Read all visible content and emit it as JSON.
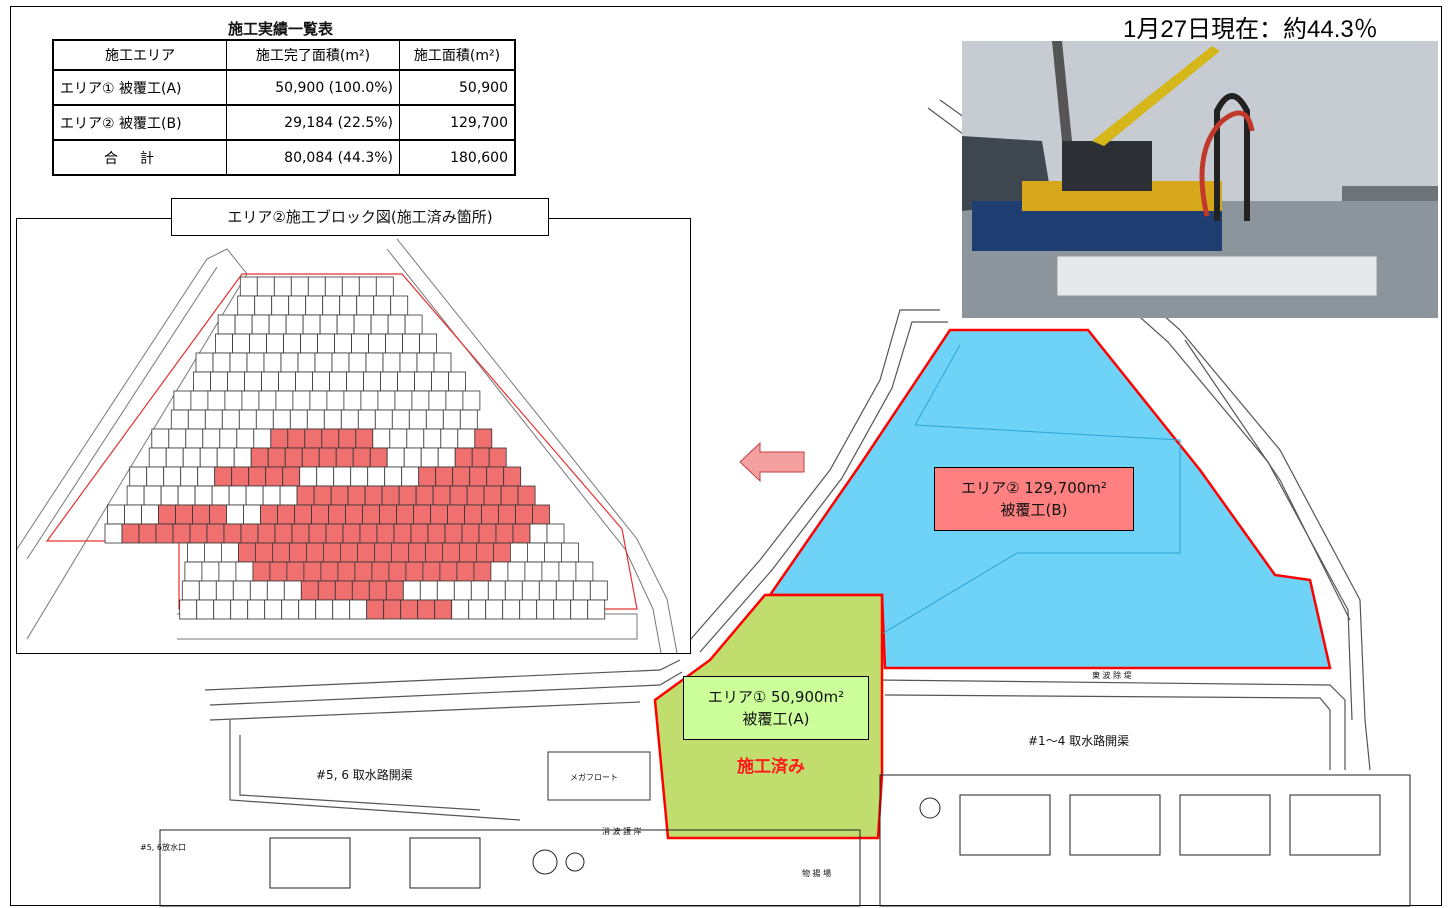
{
  "status_text": "1月27日現在：約44.3％",
  "table": {
    "title": "施工実績一覧表",
    "headers": [
      "施工エリア",
      "施工完了面積(m²)",
      "施工面積(m²)"
    ],
    "rows": [
      {
        "area": "エリア①  被覆工(A)",
        "done": "50,900  (100.0%)",
        "total": "50,900"
      },
      {
        "area": "エリア②  被覆工(B)",
        "done": "29,184   (22.5%)",
        "total": "129,700"
      },
      {
        "area": "合計",
        "done": "80,084   (44.3%)",
        "total": "180,600"
      }
    ]
  },
  "inset_title": "エリア②施工ブロック図(施工済み箇所)",
  "area_b": {
    "line1": "エリア②  129,700m²",
    "line2": "被覆工(B)"
  },
  "area_a": {
    "line1": "エリア①  50,900m²",
    "line2": "被覆工(A)"
  },
  "done_label": "施工済み",
  "plan_labels": {
    "intake_1_4": "#1～4 取水路開渠",
    "intake_5_6": "#5, 6 取水路開渠",
    "outlet_5_6": "#5, 6放水口",
    "east_breakwater": "東 波 除 堤",
    "mega_float": "メガフロート",
    "wave_revetment": "消 波 護 岸",
    "yard": "物 揚 場"
  },
  "colors": {
    "area_b": "#6fd3f7",
    "area_a": "#c0dd6e",
    "done_block": "#f07070",
    "outline": "#ff0000"
  }
}
